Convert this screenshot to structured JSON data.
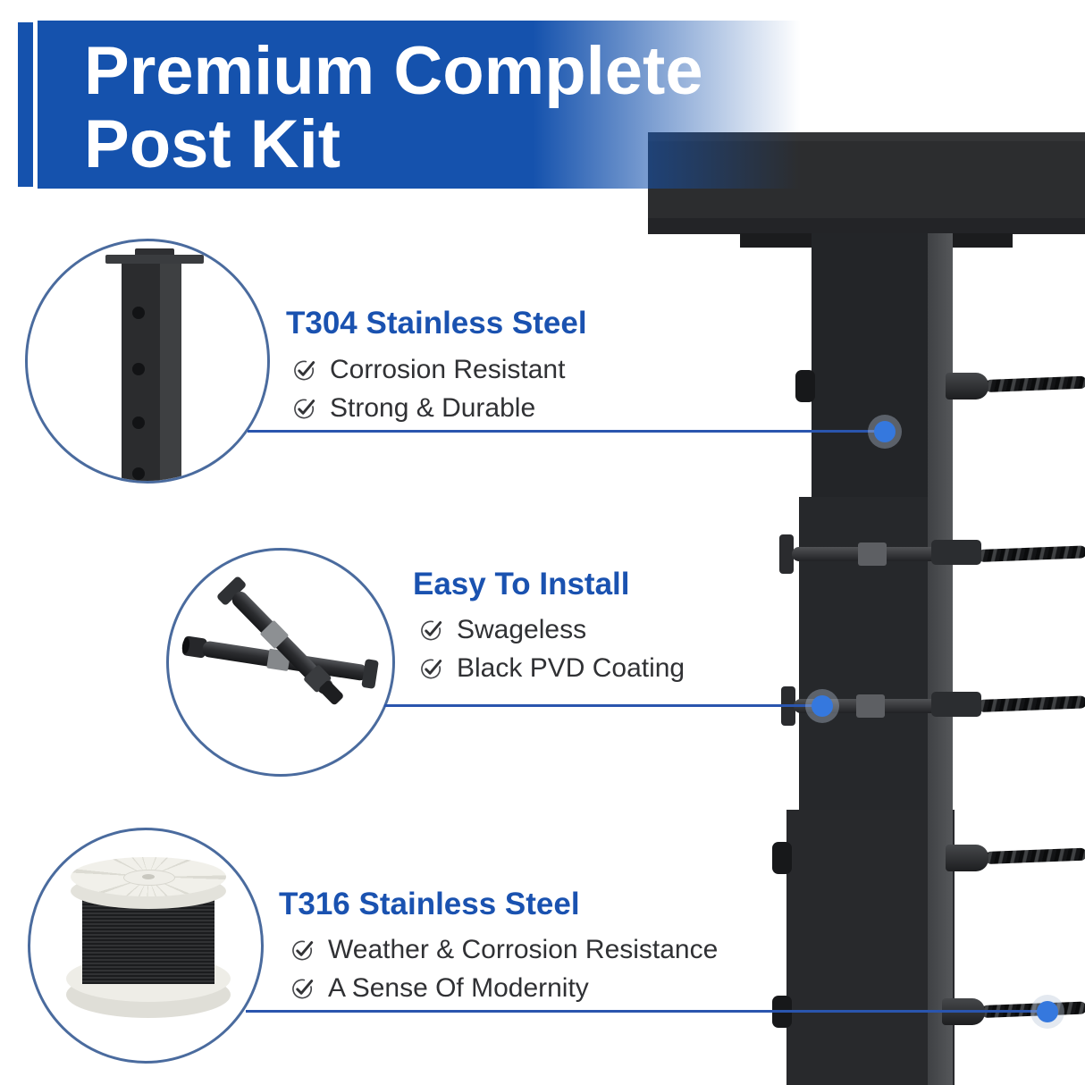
{
  "header": {
    "title_line1": "Premium Complete",
    "title_line2": "Post Kit"
  },
  "callouts": [
    {
      "image": "square-post-with-mounting-plate",
      "title": "T304 Stainless Steel",
      "items": [
        "Corrosion Resistant",
        "Strong & Durable"
      ]
    },
    {
      "image": "swageless-cable-tensioner-fittings",
      "title": "Easy To Install",
      "items": [
        "Swageless",
        "Black PVD Coating"
      ]
    },
    {
      "image": "black-cable-wire-spool",
      "title": "T316 Stainless Steel",
      "items": [
        "Weather & Corrosion Resistance",
        "A Sense Of Modernity"
      ]
    }
  ],
  "colors": {
    "accent": "#1552ad",
    "banner_text": "#ffffff",
    "callout_title": "#1a52b0",
    "item_text": "#303134",
    "line": "#2a55ae",
    "dot": "#3578de",
    "circle_stroke": "#4a6b9e"
  }
}
